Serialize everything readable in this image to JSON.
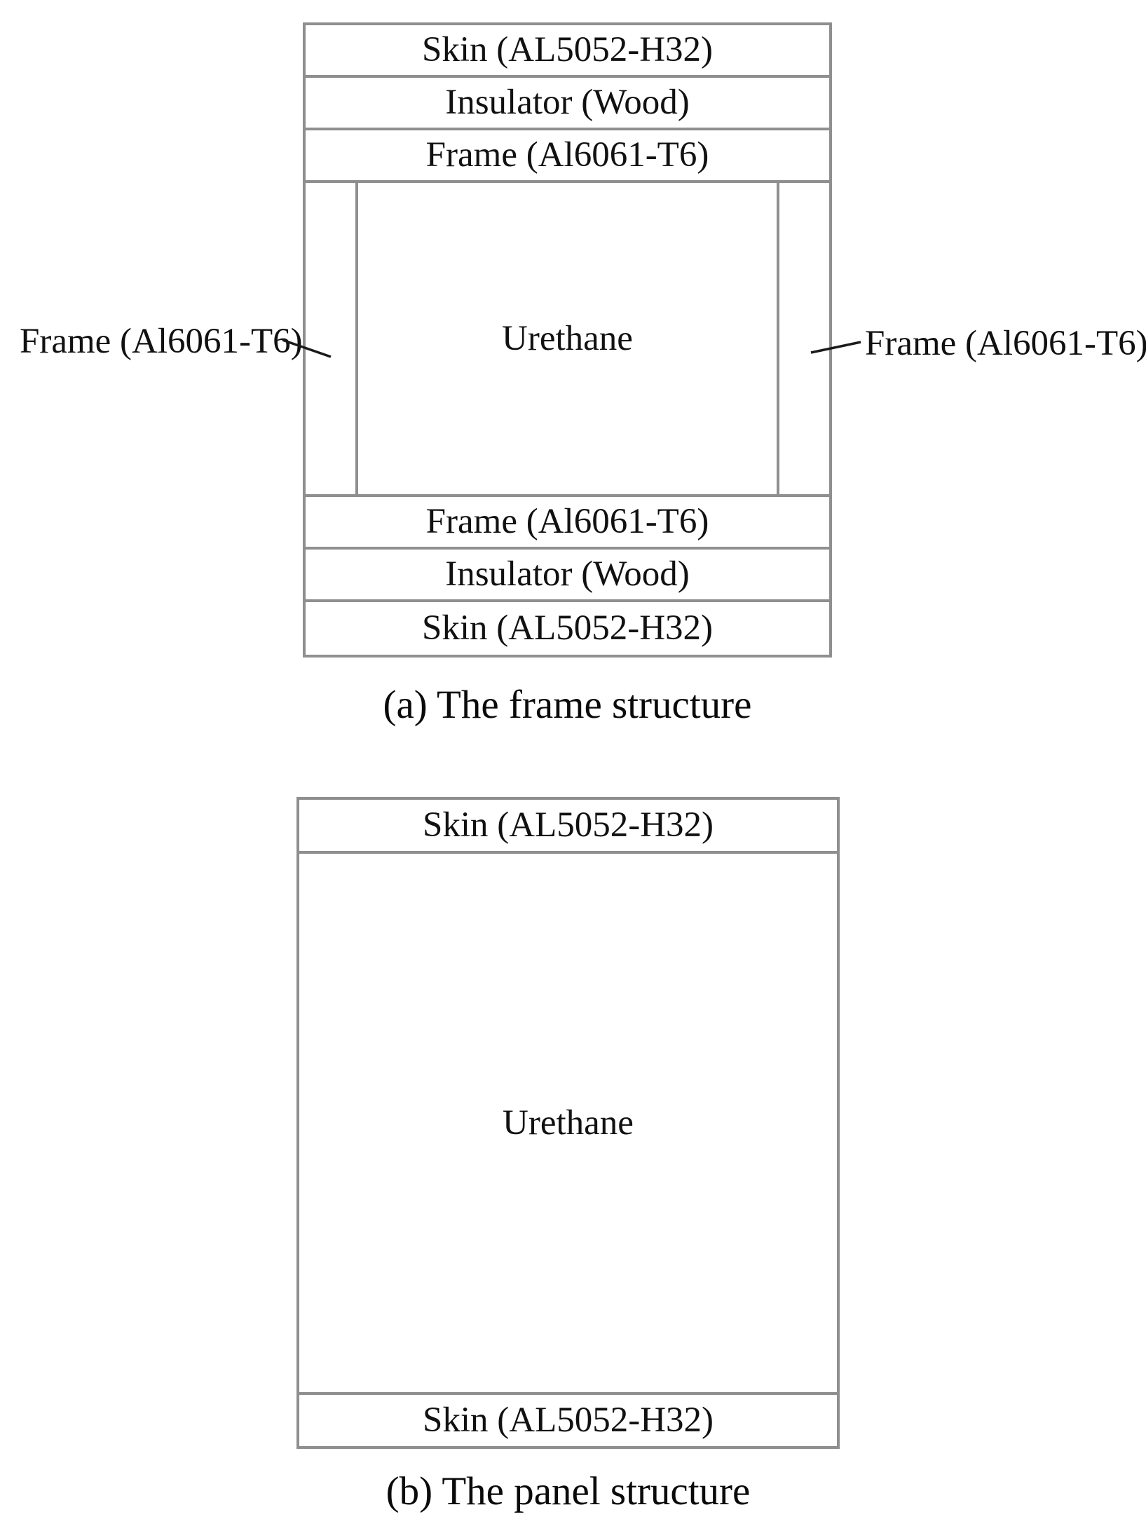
{
  "figure_a": {
    "caption": "(a) The frame structure",
    "layers_top": [
      "Skin (AL5052-H32)",
      "Insulator (Wood)",
      "Frame (Al6061-T6)"
    ],
    "core": "Urethane",
    "side_label_left": "Frame (Al6061-T6)",
    "side_label_right": "Frame (Al6061-T6)",
    "layers_bottom": [
      "Frame (Al6061-T6)",
      "Insulator (Wood)",
      "Skin (AL5052-H32)"
    ]
  },
  "figure_b": {
    "caption": "(b) The panel structure",
    "layer_top": "Skin (AL5052-H32)",
    "core": "Urethane",
    "layer_bottom": "Skin (AL5052-H32)"
  },
  "colors": {
    "line_gray": "#8f8f8f",
    "leader_black": "#1a1a1a",
    "text": "#111111",
    "background": "#ffffff"
  }
}
